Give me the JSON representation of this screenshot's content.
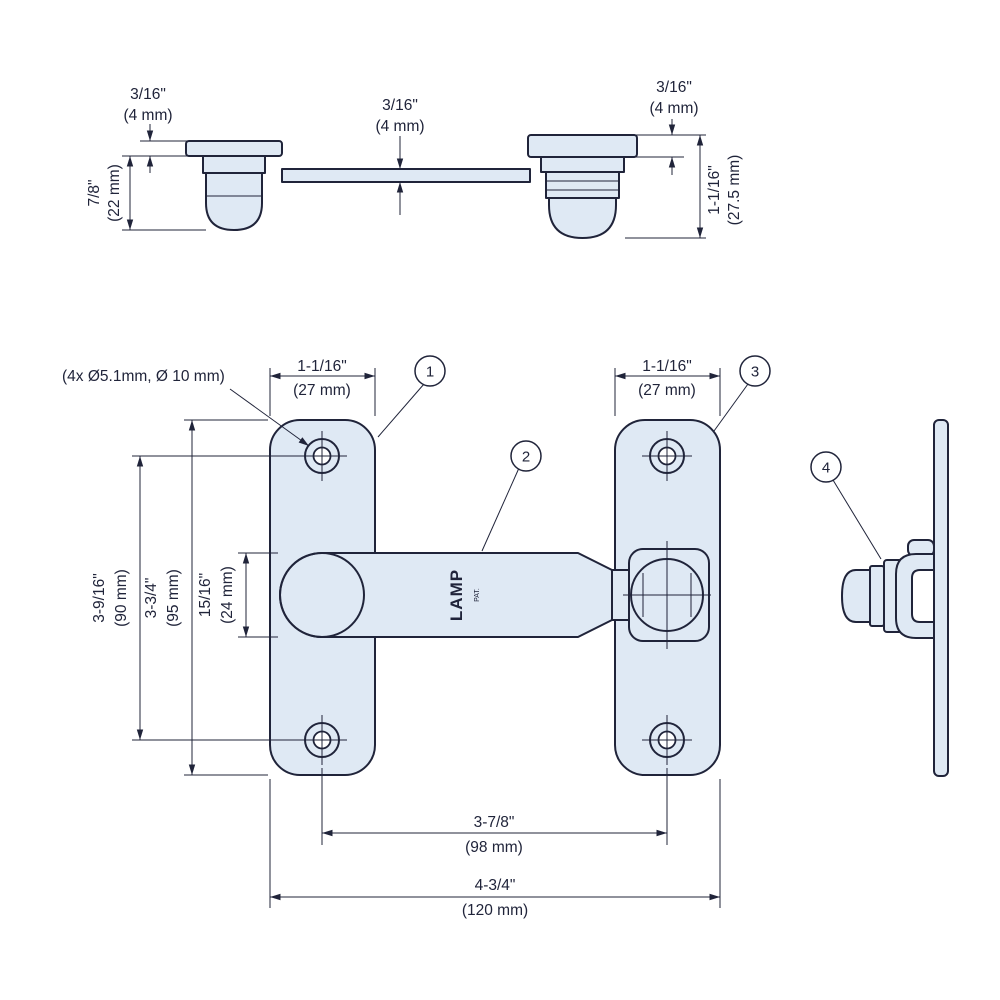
{
  "colors": {
    "line": "#20243a",
    "fill": "#dfe9f4",
    "bg": "#ffffff"
  },
  "top_view": {
    "dim_left_thickness": {
      "inch": "3/16\"",
      "mm": "(4 mm)"
    },
    "dim_bar_thickness": {
      "inch": "3/16\"",
      "mm": "(4 mm)"
    },
    "dim_right_thickness": {
      "inch": "3/16\"",
      "mm": "(4 mm)"
    },
    "dim_left_height": {
      "inch": "7/8\"",
      "mm": "(22 mm)"
    },
    "dim_right_height": {
      "inch": "1-1/16\"",
      "mm": "(27.5 mm)"
    }
  },
  "front_view": {
    "hole_callout": "(4x Ø5.1mm, Ø 10 mm)",
    "dim_left_plate_width": {
      "inch": "1-1/16\"",
      "mm": "(27 mm)"
    },
    "dim_right_plate_width": {
      "inch": "1-1/16\"",
      "mm": "(27 mm)"
    },
    "dim_hole_pitch_vertical": {
      "inch": "3-9/16\"",
      "mm": "(90 mm)"
    },
    "dim_plate_height": {
      "inch": "3-3/4\"",
      "mm": "(95 mm)"
    },
    "dim_bar_width": {
      "inch": "15/16\"",
      "mm": "(24 mm)"
    },
    "dim_hole_pitch_horizontal": {
      "inch": "3-7/8\"",
      "mm": "(98 mm)"
    },
    "dim_overall_width": {
      "inch": "4-3/4\"",
      "mm": "(120 mm)"
    },
    "brand": "LAMP",
    "brand_note": "PAT."
  },
  "balloons": {
    "b1": "1",
    "b2": "2",
    "b3": "3",
    "b4": "4"
  }
}
